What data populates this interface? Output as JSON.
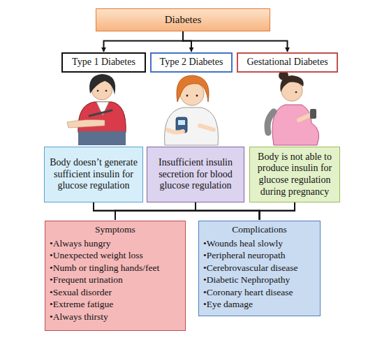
{
  "diagram": {
    "nodes": [
      {
        "text": [
          "Diabetes"
        ]
      },
      {
        "text": [
          "Type 1 Diabetes"
        ]
      },
      {
        "text": [
          "Type 2 Diabetes"
        ]
      },
      {
        "text": [
          "Gestational Diabetes"
        ]
      },
      {
        "text": [
          "Body doesn’t generate sufficient insulin for glucose regulation"
        ]
      },
      {
        "text": [
          "Insufficient insulin secretion for blood glucose regulation"
        ]
      },
      {
        "text": [
          "Body is not able to produce insulin for glucose regulation during pregnancy"
        ]
      },
      {
        "text": [
          "Symptoms",
          "•Always hungry",
          "•Unexpected weight loss",
          "•Numb or tingling hands/feet",
          "•Frequent urination",
          "•Sexual disorder",
          "•Extreme fatigue",
          "•Always thirsty"
        ]
      },
      {
        "text": [
          "Complications",
          "•Wounds heal slowly",
          "•Peripheral neuropath",
          "•Cerebrovascular disease",
          "•Diabetic Nephropathy",
          "•Coronary heart disease",
          "•Eye damage"
        ]
      }
    ],
    "edges": [
      {
        "from": 0,
        "to": 1,
        "arrow": "to"
      },
      {
        "from": 0,
        "to": 2,
        "arrow": "to"
      },
      {
        "from": 0,
        "to": 3,
        "arrow": "to"
      },
      {
        "from": 4,
        "to": 7,
        "arrow": "none"
      },
      {
        "from": 4,
        "to": 8,
        "arrow": "none"
      },
      {
        "from": 5,
        "to": 7,
        "arrow": "none"
      },
      {
        "from": 5,
        "to": 8,
        "arrow": "none"
      },
      {
        "from": 6,
        "to": 7,
        "arrow": "none"
      },
      {
        "from": 6,
        "to": 8,
        "arrow": "none"
      }
    ]
  }
}
